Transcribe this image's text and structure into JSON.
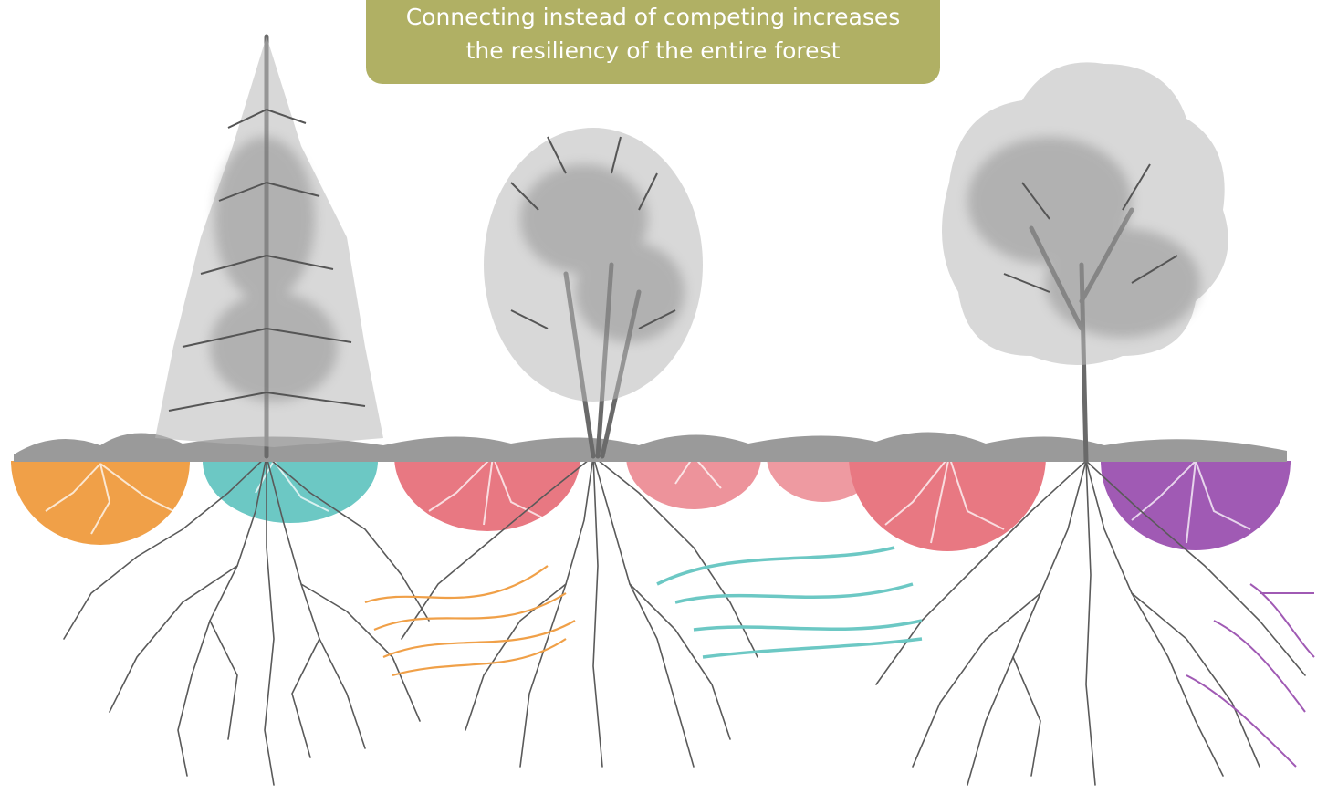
{
  "banner": {
    "line1": "Connecting instead of competing increases",
    "line2": "the resiliency of the entire forest",
    "background_color": "#b0b064",
    "text_color": "#ffffff"
  },
  "colors": {
    "ground": "#9a9a9a",
    "foliage": "#b8b8b8",
    "trunk": "#6a6a6a",
    "roots": "#555555",
    "orange": "#f0a048",
    "teal": "#6cc8c4",
    "red": "#e87882",
    "purple": "#a05ab4"
  },
  "trees": [
    {
      "kind": "conifer-icon",
      "zone_color": "teal"
    },
    {
      "kind": "broadleaf-tree-icon",
      "zone_color": "red"
    },
    {
      "kind": "round-crown-tree-icon",
      "zone_color": "purple"
    }
  ],
  "connections": [
    {
      "from": "tree-1",
      "to": "tree-2",
      "color": "orange"
    },
    {
      "from": "tree-2",
      "to": "tree-3",
      "color": "teal"
    },
    {
      "from": "tree-3",
      "to": "edge",
      "color": "purple"
    }
  ]
}
